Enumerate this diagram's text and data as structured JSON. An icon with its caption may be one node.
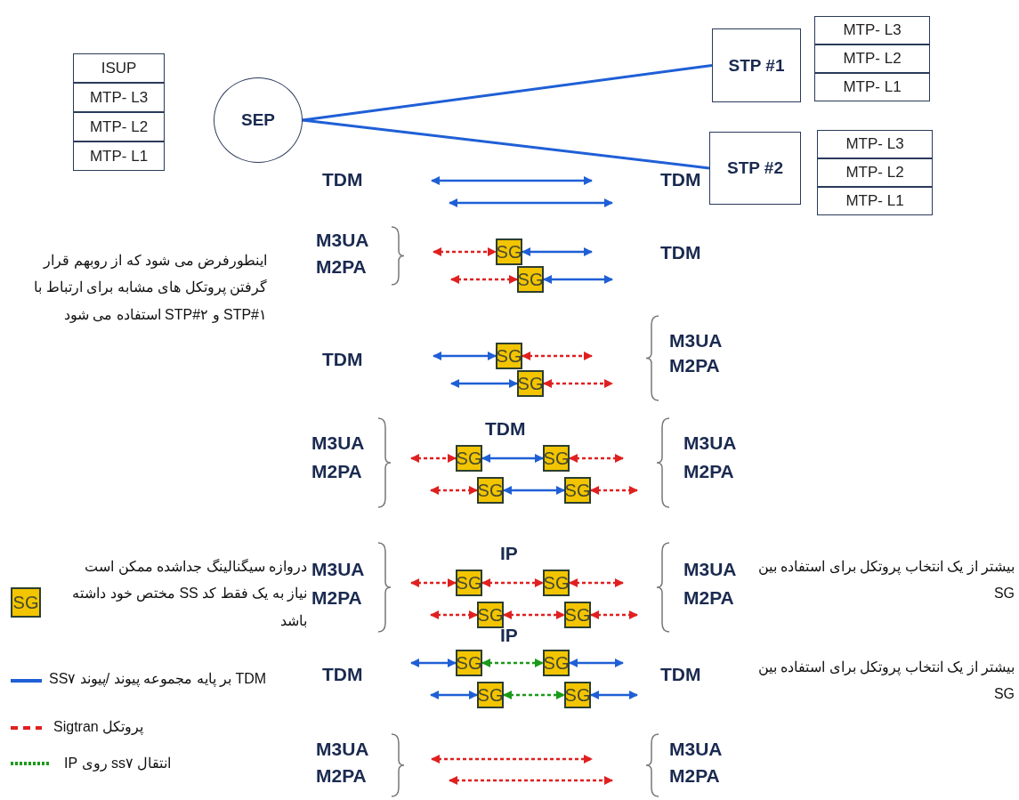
{
  "diagram": {
    "nodes": [
      {
        "text": [
          "ISUP"
        ]
      },
      {
        "text": [
          "MTP- L3"
        ]
      },
      {
        "text": [
          "MTP- L2"
        ]
      },
      {
        "text": [
          "MTP- L1"
        ]
      },
      {
        "text": [
          "SEP"
        ]
      },
      {
        "text": [
          "STP #1"
        ]
      },
      {
        "text": [
          "MTP- L3"
        ]
      },
      {
        "text": [
          "MTP- L2"
        ]
      },
      {
        "text": [
          "MTP- L1"
        ]
      },
      {
        "text": [
          "STP #2"
        ]
      },
      {
        "text": [
          "MTP- L3"
        ]
      },
      {
        "text": [
          "MTP- L2"
        ]
      },
      {
        "text": [
          "MTP- L1"
        ]
      },
      {
        "text": [
          "SG"
        ]
      },
      {
        "text": [
          "SG"
        ]
      },
      {
        "text": [
          "SG"
        ]
      },
      {
        "text": [
          "SG"
        ]
      },
      {
        "text": [
          "SG"
        ]
      },
      {
        "text": [
          "SG"
        ]
      },
      {
        "text": [
          "SG"
        ]
      },
      {
        "text": [
          "SG"
        ]
      },
      {
        "text": [
          "SG"
        ]
      },
      {
        "text": [
          "SG"
        ]
      },
      {
        "text": [
          "SG"
        ]
      },
      {
        "text": [
          "SG"
        ]
      },
      {
        "text": [
          "SG"
        ]
      },
      {
        "text": [
          "SG"
        ]
      },
      {
        "text": [
          "SG"
        ]
      },
      {
        "text": [
          "SG"
        ]
      },
      {
        "text": [
          "SG"
        ]
      }
    ],
    "edges": [
      {
        "from": 4,
        "to": 5,
        "arrow": "none",
        "color": "#1f5fd6"
      },
      {
        "from": 4,
        "to": 9,
        "arrow": "none",
        "color": "#1f5fd6"
      },
      {
        "from": null,
        "to": 13,
        "arrow": "both",
        "style": "dashed"
      },
      {
        "from": null,
        "to": 14,
        "arrow": "both",
        "style": "dashed"
      },
      {
        "from": 13,
        "to": null,
        "arrow": "both",
        "color": "#1f5fd6"
      },
      {
        "from": 14,
        "to": null,
        "arrow": "both",
        "color": "#1f5fd6"
      },
      {
        "from": null,
        "to": 15,
        "arrow": "both",
        "color": "#1f5fd6"
      },
      {
        "from": null,
        "to": 16,
        "arrow": "both",
        "color": "#1f5fd6"
      },
      {
        "from": 15,
        "to": null,
        "arrow": "both",
        "style": "dashed"
      },
      {
        "from": 16,
        "to": null,
        "arrow": "both",
        "style": "dashed"
      },
      {
        "from": null,
        "to": 17,
        "arrow": "both",
        "style": "dashed"
      },
      {
        "from": null,
        "to": 18,
        "arrow": "both",
        "style": "dashed"
      },
      {
        "from": 17,
        "to": 19,
        "arrow": "both",
        "color": "#1f5fd6"
      },
      {
        "from": 18,
        "to": 20,
        "arrow": "both",
        "color": "#1f5fd6"
      },
      {
        "from": 19,
        "to": null,
        "arrow": "both",
        "style": "dashed"
      },
      {
        "from": 20,
        "to": null,
        "arrow": "both",
        "style": "dashed"
      },
      {
        "from": null,
        "to": 21,
        "arrow": "both",
        "style": "dashed"
      },
      {
        "from": null,
        "to": 22,
        "arrow": "both",
        "style": "dashed"
      },
      {
        "from": 21,
        "to": 23,
        "arrow": "both",
        "style": "dashed"
      },
      {
        "from": 22,
        "to": 24,
        "arrow": "both",
        "style": "dashed"
      },
      {
        "from": 23,
        "to": null,
        "arrow": "both",
        "style": "dashed"
      },
      {
        "from": 24,
        "to": null,
        "arrow": "both",
        "style": "dashed"
      },
      {
        "from": null,
        "to": 25,
        "arrow": "both",
        "color": "#1f5fd6"
      },
      {
        "from": null,
        "to": 26,
        "arrow": "both",
        "color": "#1f5fd6"
      },
      {
        "from": 25,
        "to": 27,
        "arrow": "both",
        "style": "dashed",
        "color": "#1a9a1a"
      },
      {
        "from": 26,
        "to": 28,
        "arrow": "both",
        "style": "dashed",
        "color": "#1a9a1a"
      },
      {
        "from": 27,
        "to": null,
        "arrow": "both",
        "color": "#1f5fd6"
      },
      {
        "from": 28,
        "to": null,
        "arrow": "both",
        "color": "#1f5fd6"
      }
    ],
    "labels": [
      "TDM",
      "TDM",
      "M3UA",
      "M2PA",
      "TDM",
      "TDM",
      "M3UA",
      "M2PA",
      "TDM",
      "M3UA",
      "M2PA",
      "M3UA",
      "M2PA",
      "IP",
      "M3UA",
      "M2PA",
      "M3UA",
      "M2PA",
      "بیشتر از یک انتخاب پروتکل برای استفاده بین SG",
      "IP",
      "TDM",
      "TDM",
      "بیشتر از یک انتخاب پروتکل برای استفاده بین SG",
      "M3UA",
      "M2PA",
      "M3UA",
      "M2PA",
      "اینطورفرض می شود که از روبهم قرار گرفتن پروتکل های مشابه برای ارتباط با STP#۱ و STP#۲ استفاده می شود"
    ],
    "legend": [
      {
        "text": "دروازه سیگنالینگ جداشده ممکن است نیاز به یک فقط کد SS مختص خود داشته باشد"
      },
      {
        "text": "TDM بر پایه مجموعه پیوند /پیوند SS۷"
      },
      {
        "text": "پروتکل Sigtran"
      },
      {
        "text": "انتقال ss۷ روی IP"
      }
    ]
  }
}
